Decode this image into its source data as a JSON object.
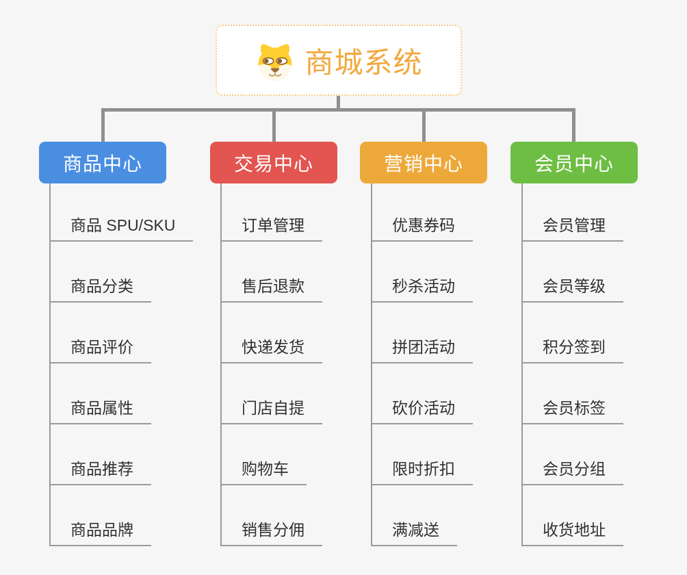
{
  "root": {
    "title": "商城系统",
    "icon": "dog-face-icon"
  },
  "branches": [
    {
      "label": "商品中心",
      "color": "#4a8ee2",
      "children": [
        "商品 SPU/SKU",
        "商品分类",
        "商品评价",
        "商品属性",
        "商品推荐",
        "商品品牌"
      ]
    },
    {
      "label": "交易中心",
      "color": "#e25550",
      "children": [
        "订单管理",
        "售后退款",
        "快递发货",
        "门店自提",
        "购物车",
        "销售分佣"
      ]
    },
    {
      "label": "营销中心",
      "color": "#eda83a",
      "children": [
        "优惠券码",
        "秒杀活动",
        "拼团活动",
        "砍价活动",
        "限时折扣",
        "满减送"
      ]
    },
    {
      "label": "会员中心",
      "color": "#6ebe44",
      "children": [
        "会员管理",
        "会员等级",
        "积分签到",
        "会员标签",
        "会员分组",
        "收货地址"
      ]
    }
  ],
  "colors": {
    "background": "#f6f6f6",
    "connector": "#8f8f8f",
    "leaf_line": "#9a9a9a",
    "leaf_text": "#2f2f2f",
    "root_border": "#f7cc86",
    "root_text": "#f1a83e"
  }
}
